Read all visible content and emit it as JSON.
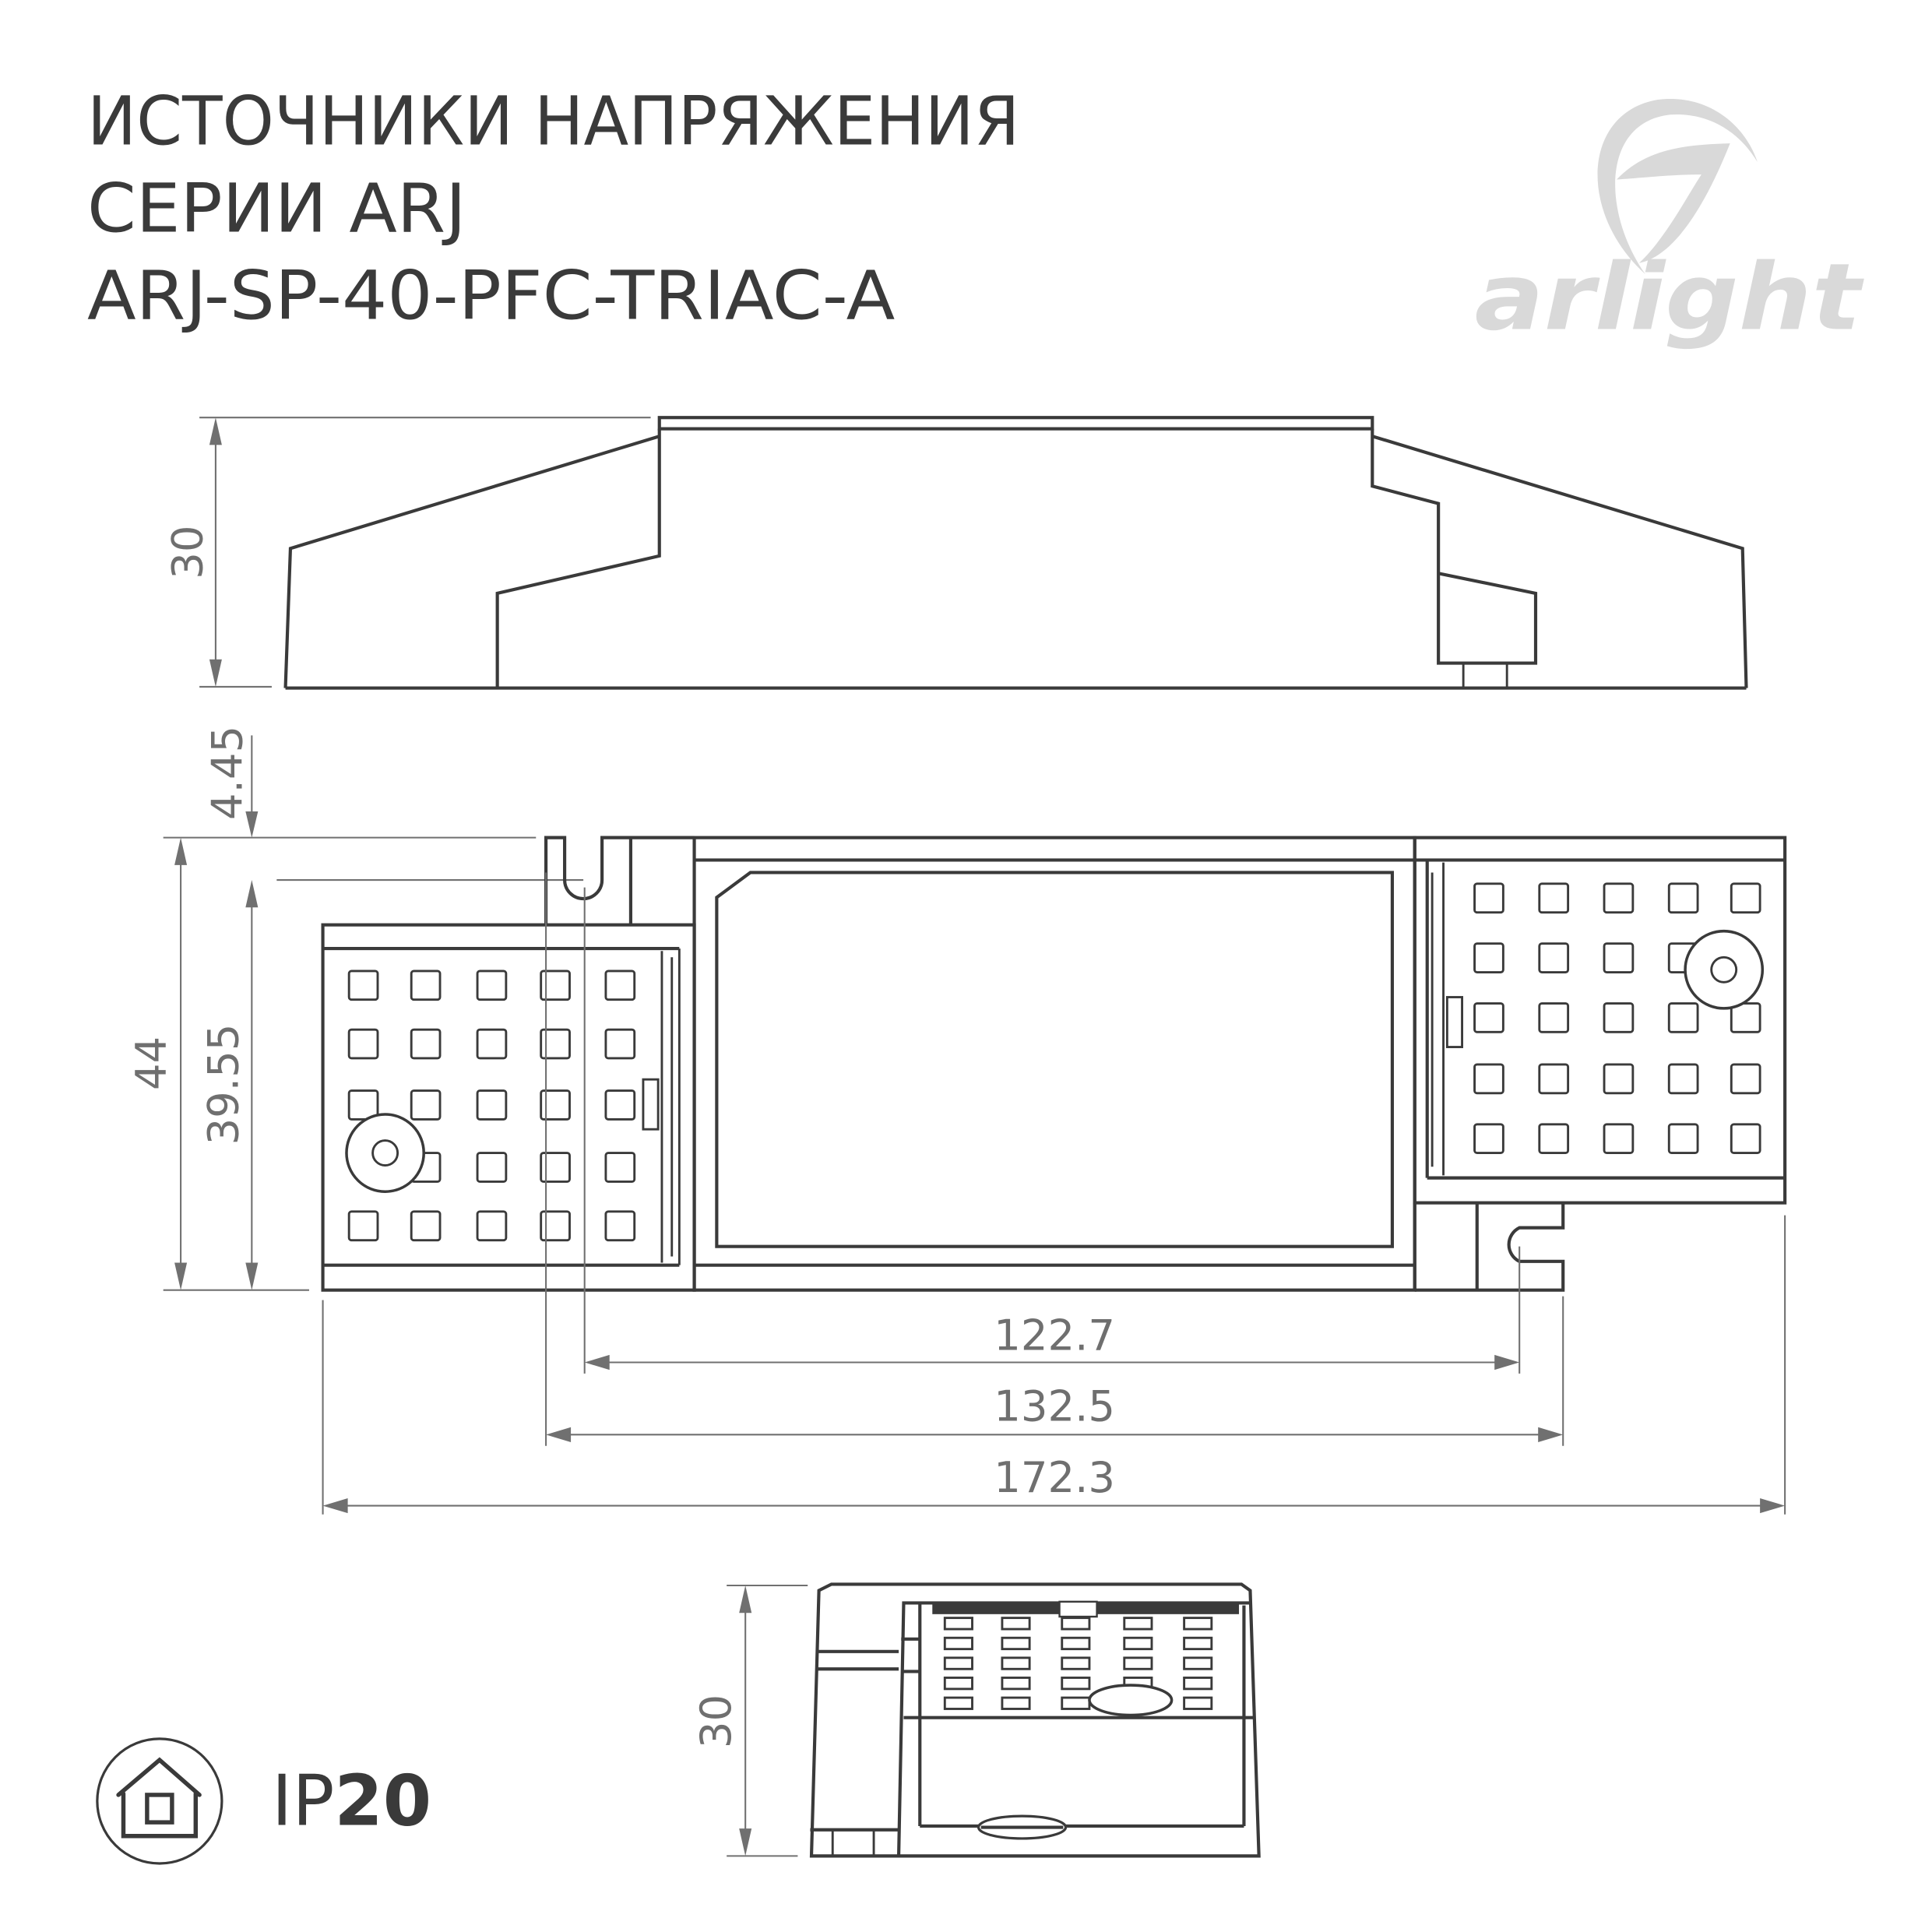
{
  "header": {
    "title_line1": "ИСТОЧНИКИ НАПРЯЖЕНИЯ",
    "title_line2": "СЕРИИ ARJ",
    "model": "ARJ-SP-40-PFC-TRIAC-A"
  },
  "logo": {
    "text": "arlight",
    "color": "#d9d9d9"
  },
  "dimensions": {
    "side_height": "30",
    "top_offset": "4.45",
    "width": "44",
    "mount_height": "39.55",
    "mount_spacing_inner": "122.7",
    "mount_spacing_outer": "132.5",
    "length": "172.3",
    "end_height": "30"
  },
  "rating": {
    "prefix": "IP",
    "value": "20",
    "icon": "indoor-house-icon"
  },
  "colors": {
    "line": "#3a3a3a",
    "dimension": "#707070",
    "logo": "#d9d9d9"
  }
}
